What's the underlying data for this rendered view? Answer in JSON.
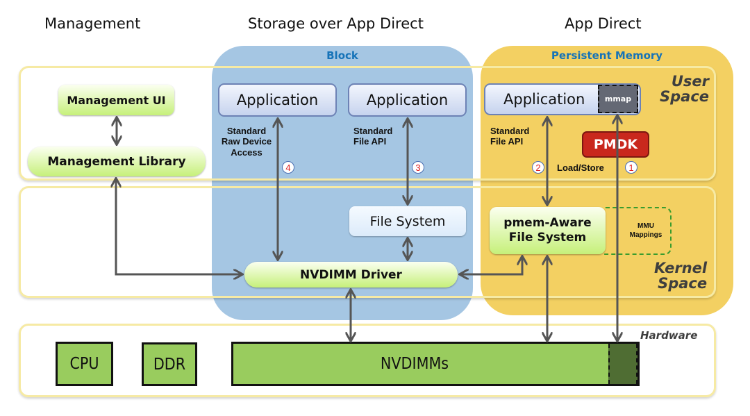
{
  "columns": {
    "management": "Management",
    "storage_over_app_direct": "Storage over App Direct",
    "app_direct": "App Direct"
  },
  "regions": {
    "block": "Block",
    "persistent_memory": "Persistent Memory"
  },
  "layers": {
    "user_space": [
      "User",
      "Space"
    ],
    "kernel_space": [
      "Kernel",
      "Space"
    ],
    "hardware": "Hardware"
  },
  "management": {
    "ui": "Management UI",
    "library": "Management Library"
  },
  "block": {
    "app_raw": "Application",
    "app_file": "Application",
    "raw_access_label": [
      "Standard",
      "Raw Device",
      "Access"
    ],
    "file_api_label": [
      "Standard",
      "File API"
    ],
    "file_system": "File System",
    "driver": "NVDIMM Driver",
    "badge_raw": "4",
    "badge_file": "3"
  },
  "pmem": {
    "app": "Application",
    "mmap": "mmap",
    "file_api_label": [
      "Standard",
      "File API"
    ],
    "pmdk": "PMDK",
    "load_store": "Load/Store",
    "badge_file": "2",
    "badge_load_store": "1",
    "aware_fs": [
      "pmem-Aware",
      "File System"
    ],
    "mmu": [
      "MMU",
      "Mappings"
    ]
  },
  "hardware": {
    "cpu": "CPU",
    "ddr": "DDR",
    "nvdimms": "NVDIMMs"
  },
  "colors": {
    "block_region": "#a5c6e3",
    "pmem_region": "#f3d062",
    "region_label": "#1673b8",
    "layer_border": "#f6eaa4",
    "pmdk": "#c9281d",
    "nvdimm": "#99cc5e",
    "nvdimm_mapped": "#4f6d33",
    "badge_number": "#e02020"
  }
}
